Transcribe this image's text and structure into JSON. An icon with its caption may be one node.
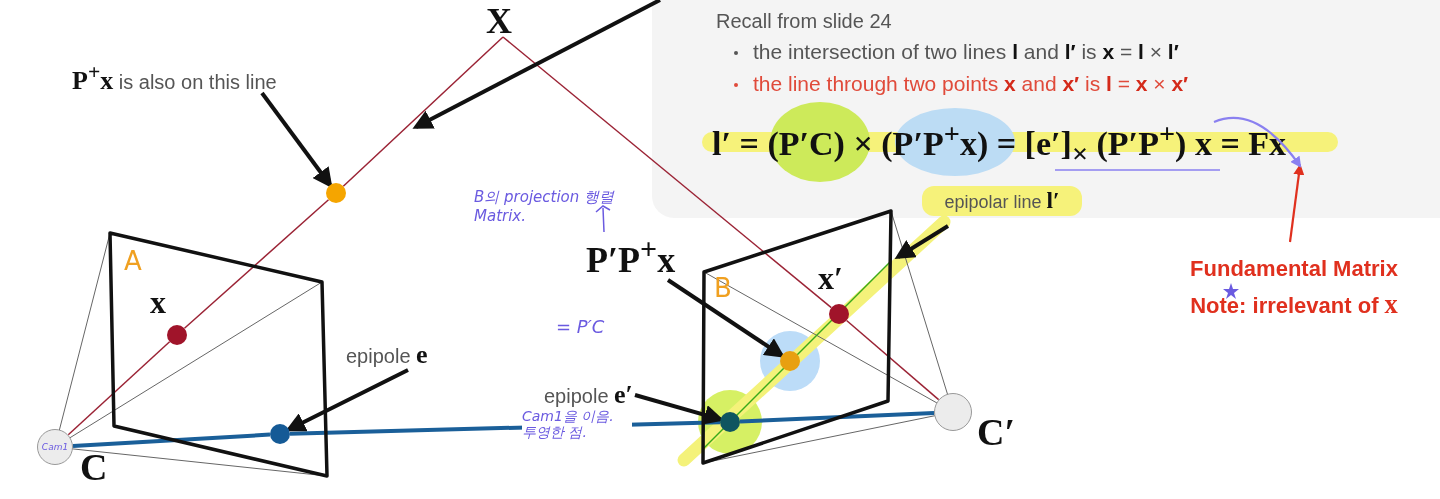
{
  "diagram": {
    "nodes": [
      {
        "text": [
          "X"
        ]
      },
      {
        "text": [
          "Cam1"
        ],
        "beside": [
          "C"
        ]
      },
      {
        "text": [],
        "shape": "circle",
        "beside": [
          "C′"
        ]
      },
      {
        "text": [
          "A"
        ]
      },
      {
        "text": [
          "B"
        ]
      },
      {
        "text": [],
        "shape": "circle",
        "in": 3,
        "beside": [
          "x"
        ]
      },
      {
        "text": [],
        "shape": "circle",
        "in": 3
      },
      {
        "text": [],
        "shape": "circle"
      },
      {
        "text": [],
        "shape": "circle",
        "in": 4,
        "beside": [
          "x′"
        ]
      },
      {
        "text": [],
        "shape": "circle",
        "in": 4
      },
      {
        "text": [],
        "shape": "circle",
        "in": 4
      },
      {
        "text": [
          "**P$^{+}$x** is also on this line"
        ]
      },
      {
        "text": [
          "epipole **e**"
        ]
      },
      {
        "text": [
          "epipole **e′**"
        ]
      },
      {
        "text": [
          "P′P$^{+}$x"
        ]
      },
      {
        "text": [
          "Recall from slide 24",
          "the intersection of two lines **l** and **l′** is **x** = **l** × **l′**",
          "the line through two points **x** and **x′** is **l** = **x** × **x′**"
        ]
      },
      {
        "text": [
          "l′ = (P′C) × (P′P$^{+}$x) = [e′]$_{×}$ (P′P$^{+}$) x = Fx"
        ],
        "in": 15
      },
      {
        "text": [
          "epipolar line **l′**"
        ],
        "in": 15
      },
      {
        "text": [
          "Fundamental Matrix Note: irrelevant of **x**"
        ]
      }
    ],
    "edges": [
      {
        "from": 1,
        "to": 5,
        "arrow": "none",
        "color": "#9b2335"
      },
      {
        "from": 5,
        "to": 7,
        "arrow": "none",
        "color": "#9b2335"
      },
      {
        "from": 7,
        "to": 0,
        "arrow": "none",
        "color": "#9b2335"
      },
      {
        "from": 0,
        "to": 8,
        "arrow": "none",
        "color": "#9b2335"
      },
      {
        "from": 8,
        "to": 2,
        "arrow": "none",
        "color": "#9b2335"
      },
      {
        "from": 1,
        "to": 6,
        "arrow": "none",
        "color": "#1a5f99"
      },
      {
        "from": 6,
        "to": 10,
        "arrow": "none",
        "color": "#1a5f99"
      },
      {
        "from": 10,
        "to": 2,
        "arrow": "none",
        "color": "#1a5f99"
      },
      {
        "from": 11,
        "to": 7,
        "arrow": "to"
      },
      {
        "from": 12,
        "to": 6,
        "arrow": "to"
      },
      {
        "from": 13,
        "to": 10,
        "arrow": "to"
      },
      {
        "from": 14,
        "to": 9,
        "arrow": "to"
      },
      {
        "from": 17,
        "to": 4,
        "arrow": "to"
      },
      {
        "from": 18,
        "to": 16,
        "arrow": "to",
        "color": "#e0301e"
      },
      {
        "from": 15,
        "to": null,
        "arrow": "to"
      },
      {
        "from": null,
        "to": 16,
        "arrow": "to",
        "color": "#8a80f0"
      }
    ],
    "labels": [
      "B의 projection 행렬 Matrix.",
      "= P′C",
      "Cam1을 이음. 투영한 점."
    ]
  }
}
